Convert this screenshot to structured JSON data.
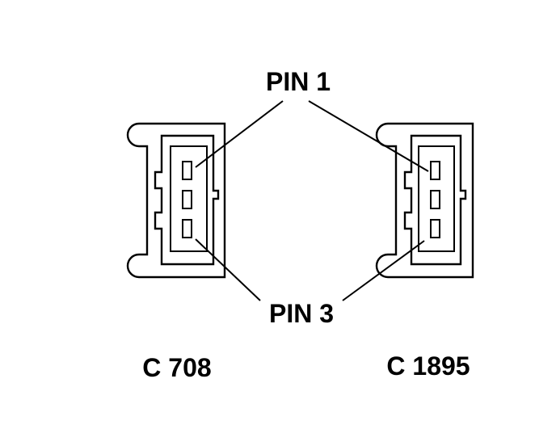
{
  "labels": {
    "pin1": "PIN 1",
    "pin3": "PIN 3"
  },
  "connectors": {
    "left": {
      "name": "C 708"
    },
    "right": {
      "name": "C 1895"
    }
  },
  "colors": {
    "ink": "#000000",
    "background": "#ffffff"
  }
}
